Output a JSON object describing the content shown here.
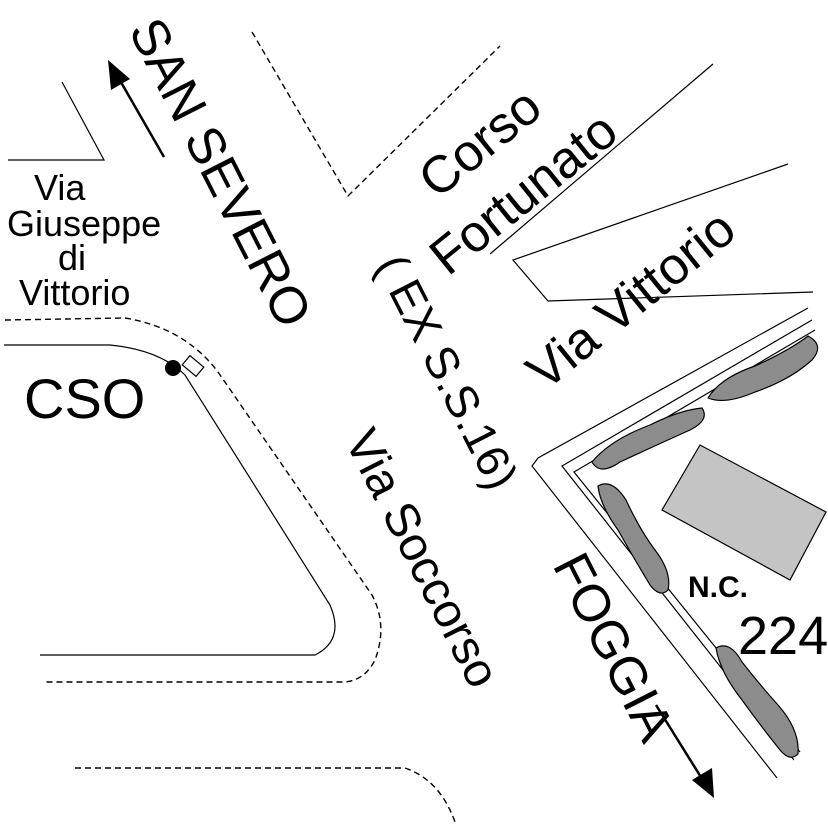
{
  "labels": {
    "san_severo": "SAN SEVERO",
    "ex_ss16": "( EX S.S.16)",
    "foggia": "FOGGIA",
    "via_soccorso": "Via Soccorso",
    "corso_line1": "Corso",
    "corso_line2": "Fortunato",
    "via_vittorio": "Via Vittorio",
    "via_giuseppe_line1": "Via",
    "via_giuseppe_line2": "Giuseppe",
    "via_giuseppe_line3": "di",
    "via_giuseppe_line4": "Vittorio",
    "cso": "CSO",
    "nc_label": "N.C.",
    "nc_number": "224"
  },
  "colors": {
    "background": "#ffffff",
    "lines": "#000000",
    "vegetation": "#8c8c8c",
    "building": "#c4c4c4"
  },
  "icons": {
    "arrow_north": "arrow-up-left-icon",
    "arrow_south": "arrow-down-right-icon",
    "location_marker": "dot-marker-icon"
  }
}
